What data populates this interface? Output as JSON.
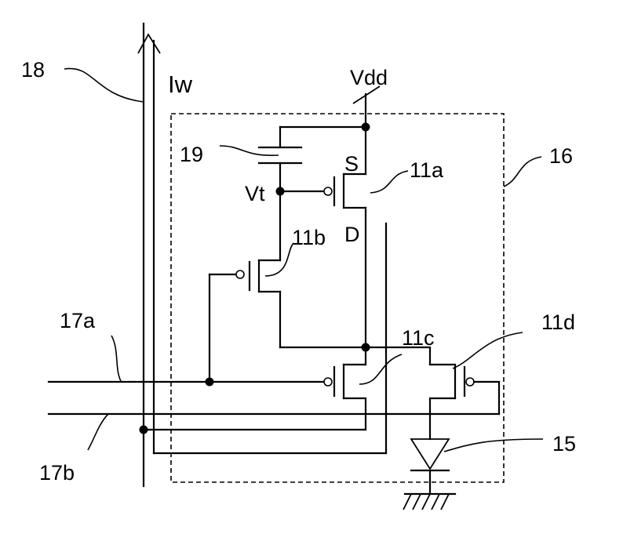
{
  "labels": {
    "line_18": "18",
    "current_iw": "Iw",
    "vdd": "Vdd",
    "pixel_16": "16",
    "cap_19": "19",
    "source_s": "S",
    "tr_11a": "11a",
    "node_vt": "Vt",
    "drain_d": "D",
    "tr_11b": "11b",
    "line_17a": "17a",
    "tr_11c": "11c",
    "tr_11d": "11d",
    "el_15": "15",
    "line_17b": "17b"
  }
}
